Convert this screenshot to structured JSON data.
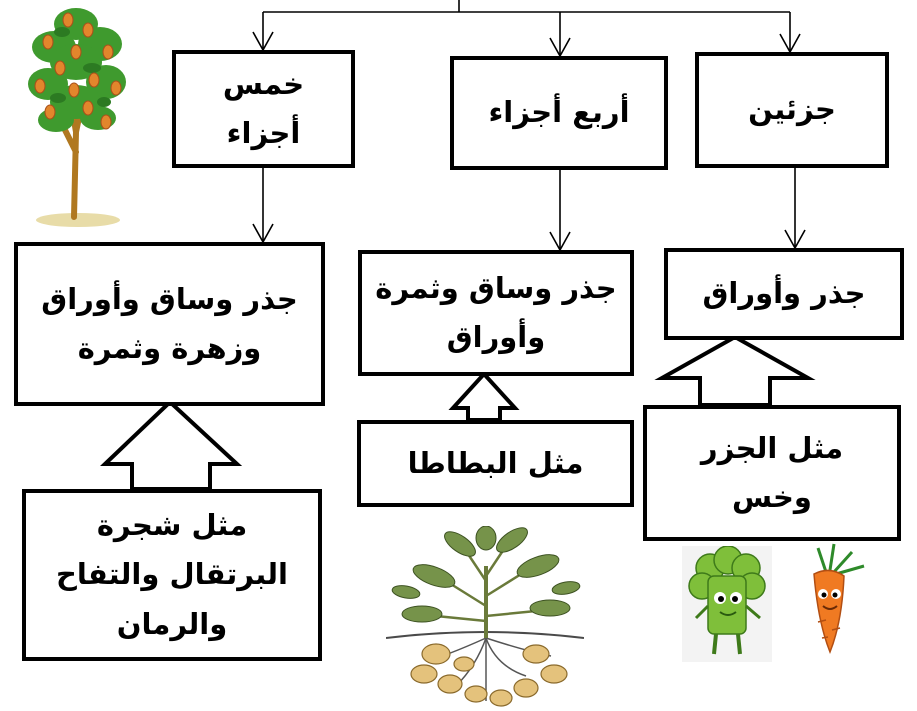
{
  "top_row": {
    "two_parts": "جزئين",
    "four_parts": "أربع أجزاء",
    "five_parts": "خمس أجزاء"
  },
  "middle_row": {
    "root_leaves": "جذر وأوراق",
    "root_stem_fruit_leaves": "جذر وساق وثمرة وأوراق",
    "root_stem_leaves_flower_fruit": "جذر وساق وأوراق وزهرة وثمرة"
  },
  "examples": {
    "carrot_lettuce": "مثل الجزر وخس",
    "potato": "مثل البطاطا",
    "orange_apple_pomegranate": "مثل شجرة البرتقال والتفاح والرمان"
  },
  "icons": [
    "fruit-tree-icon",
    "potato-plant-icon",
    "lettuce-icon",
    "carrot-icon"
  ],
  "colors": {
    "stroke": "#000000",
    "fill": "#ffffff"
  }
}
